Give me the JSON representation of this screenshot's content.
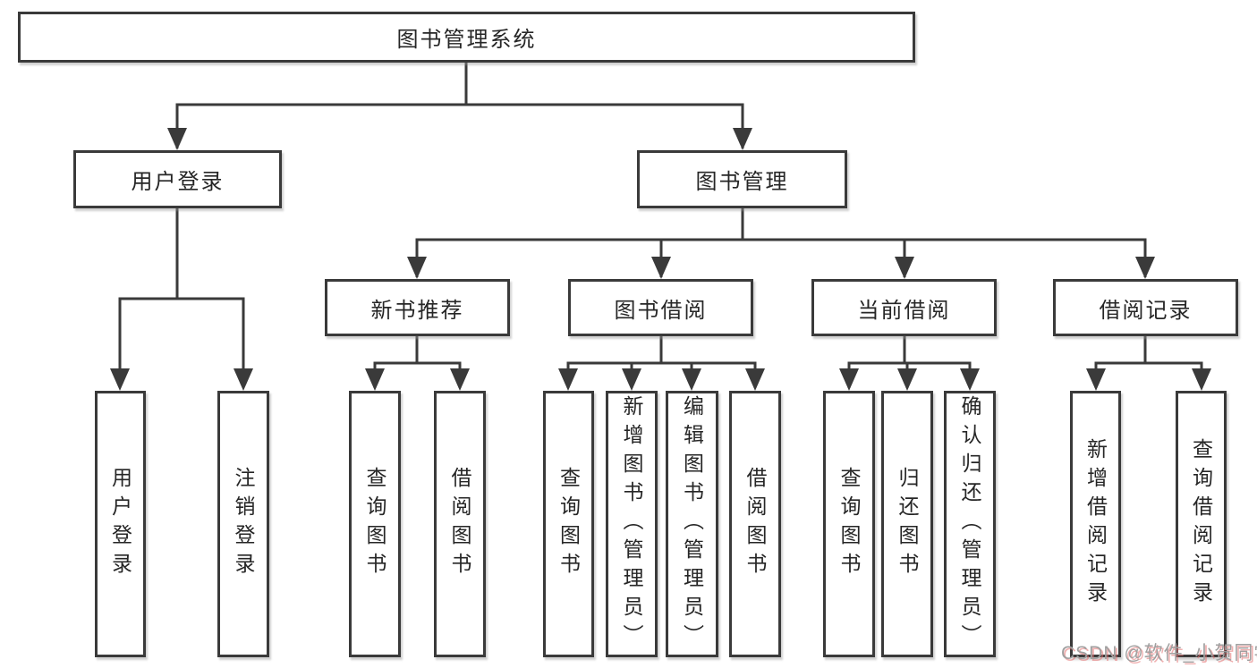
{
  "colors": {
    "line": "#3a3a3a",
    "box_border": "#3a3a3a",
    "text": "#262626",
    "watermark_gray": "#a0a0a0",
    "watermark_red": "#e47070"
  },
  "watermark": {
    "text": "CSDN @软件_小贺同学"
  },
  "tree": {
    "root": {
      "label": "图书管理系统"
    },
    "level2": [
      {
        "label": "用户登录",
        "children": [
          {
            "label": "用户登录"
          },
          {
            "label": "注销登录"
          }
        ]
      },
      {
        "label": "图书管理",
        "groups": [
          {
            "label": "新书推荐",
            "children": [
              {
                "label": "查询图书"
              },
              {
                "label": "借阅图书"
              }
            ]
          },
          {
            "label": "图书借阅",
            "children": [
              {
                "label": "查询图书"
              },
              {
                "label": "新增图书（管理员）"
              },
              {
                "label": "编辑图书（管理员）"
              },
              {
                "label": "借阅图书"
              }
            ]
          },
          {
            "label": "当前借阅",
            "children": [
              {
                "label": "查询图书"
              },
              {
                "label": "归还图书"
              },
              {
                "label": "确认归还（管理员）"
              }
            ]
          },
          {
            "label": "借阅记录",
            "children": [
              {
                "label": "新增借阅记录"
              },
              {
                "label": "查询借阅记录"
              }
            ]
          }
        ]
      }
    ]
  }
}
